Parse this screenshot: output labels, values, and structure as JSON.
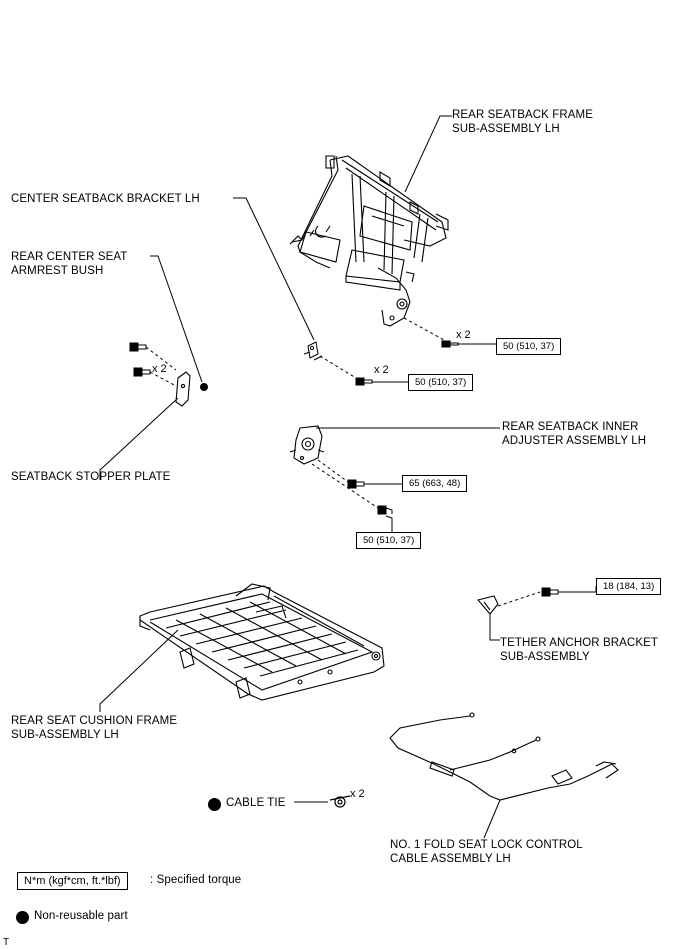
{
  "parts": {
    "rear_seatback_frame": [
      "REAR SEATBACK FRAME",
      "SUB-ASSEMBLY LH"
    ],
    "center_seatback_bracket": [
      "CENTER SEATBACK BRACKET LH"
    ],
    "rear_center_seat_armrest_bush": [
      "REAR CENTER SEAT",
      "ARMREST BUSH"
    ],
    "seatback_stopper_plate": [
      "SEATBACK STOPPER PLATE"
    ],
    "rear_seatback_inner_adjuster": [
      "REAR SEATBACK INNER",
      "ADJUSTER ASSEMBLY LH"
    ],
    "tether_anchor_bracket": [
      "TETHER ANCHOR BRACKET",
      "SUB-ASSEMBLY"
    ],
    "rear_seat_cushion_frame": [
      "REAR SEAT CUSHION FRAME",
      "SUB-ASSEMBLY LH"
    ],
    "cable_tie": [
      "CABLE TIE"
    ],
    "fold_seat_lock_cable": [
      "NO. 1 FOLD SEAT LOCK CONTROL",
      "CABLE ASSEMBLY LH"
    ]
  },
  "torques": {
    "frame_bolt": "50 (510, 37)",
    "bracket_bolt": "50 (510, 37)",
    "adjuster_bolt_upper": "65 (663, 48)",
    "adjuster_bolt_lower": "50 (510, 37)",
    "tether_bolt": "18 (184, 13)"
  },
  "quantities": {
    "frame_bolt": "x 2",
    "bracket_bolt": "x 2",
    "stopper_bolt": "x 2",
    "cable_tie": "x 2"
  },
  "legend": {
    "torque_unit": "N*m (kgf*cm, ft.*lbf)",
    "torque_desc": ": Specified torque",
    "non_reusable": "Non-reusable part"
  },
  "corner_mark": "T"
}
